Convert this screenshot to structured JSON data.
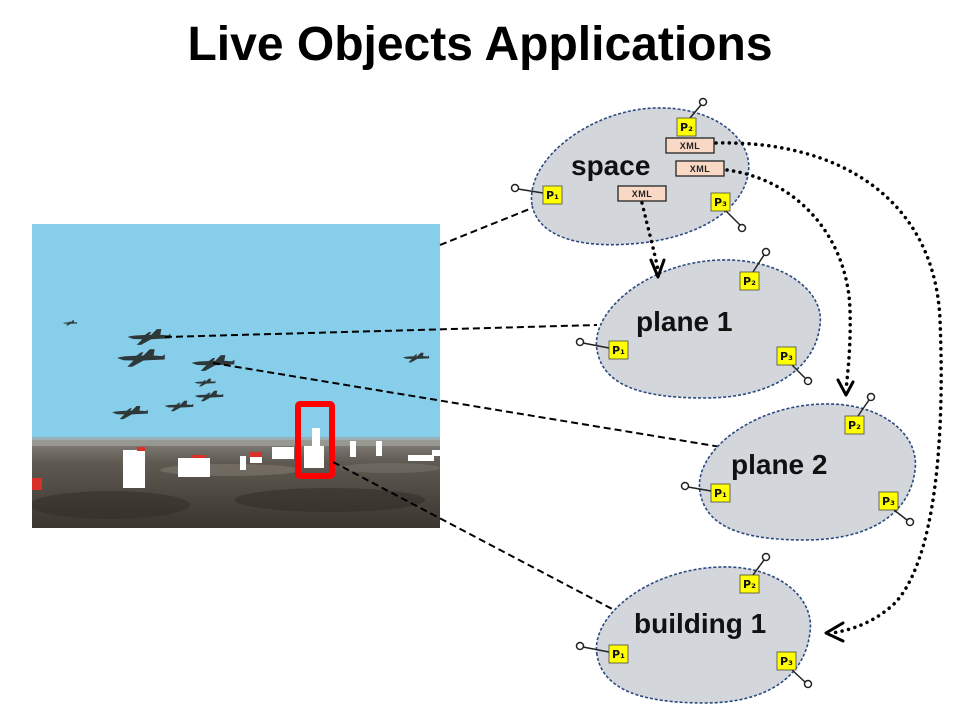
{
  "title": "Live Objects Applications",
  "objects": {
    "space": {
      "label": "space",
      "ports": [
        "P₁",
        "P₂",
        "P₃"
      ],
      "xml_tags": [
        "XML",
        "XML",
        "XML"
      ]
    },
    "plane_1": {
      "label": "plane 1",
      "ports": [
        "P₁",
        "P₂",
        "P₃"
      ]
    },
    "plane_2": {
      "label": "plane 2",
      "ports": [
        "P₁",
        "P₂",
        "P₃"
      ]
    },
    "building_1": {
      "label": "building 1",
      "ports": [
        "P₁",
        "P₂",
        "P₃"
      ]
    }
  },
  "colors": {
    "blob_fill": "#d3d7dc",
    "blob_border": "#2b4a80",
    "port_fill": "#ffff00",
    "xml_fill": "#f9d9c6",
    "highlight": "#ff0000",
    "sky": "#87ceeb"
  }
}
